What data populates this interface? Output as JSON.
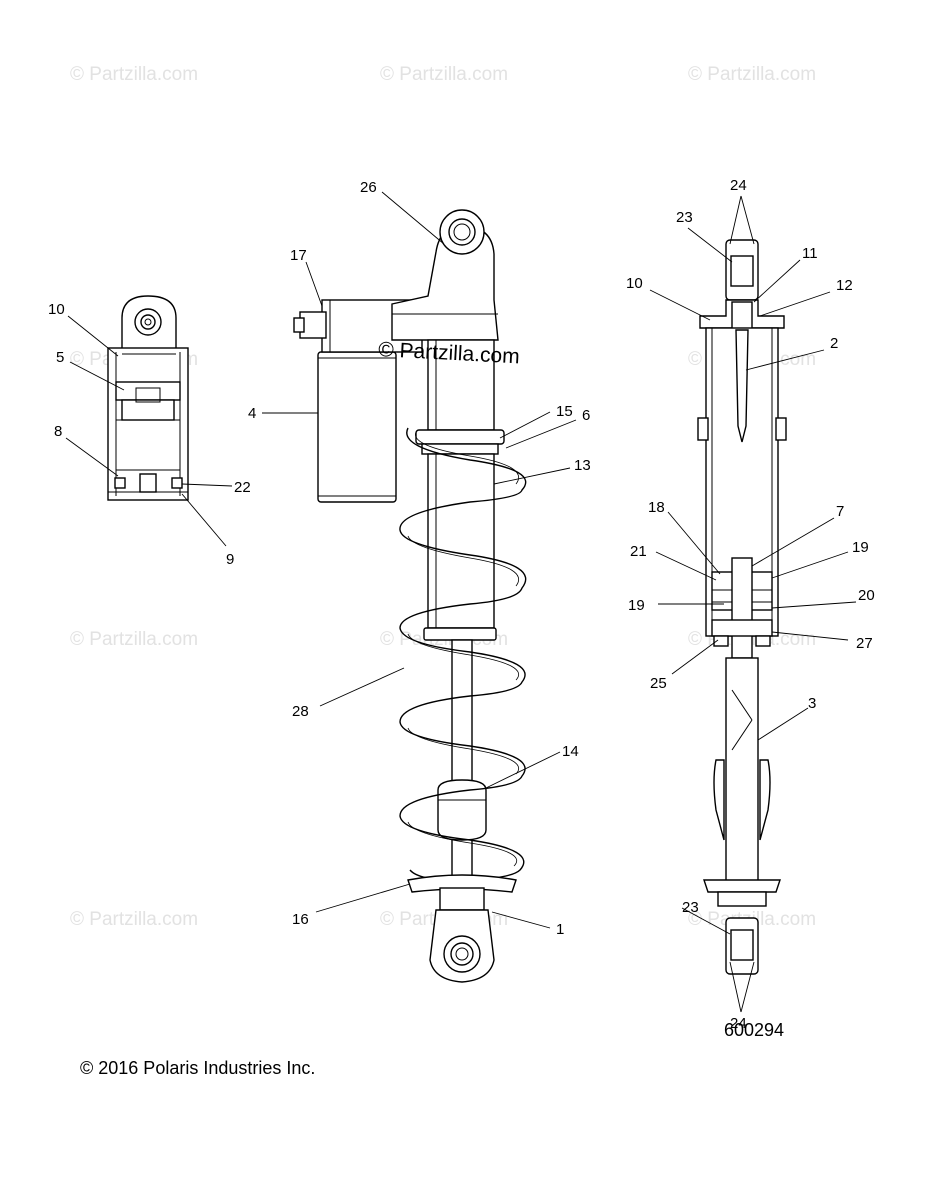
{
  "watermark": "© Partzilla.com",
  "copyright": "© 2016 Polaris Industries Inc.",
  "diagram_number": "600294",
  "callouts": [
    "1",
    "2",
    "3",
    "4",
    "5",
    "6",
    "7",
    "8",
    "9",
    "10",
    "11",
    "12",
    "13",
    "14",
    "15",
    "16",
    "17",
    "18",
    "19",
    "20",
    "21",
    "22",
    "23",
    "24",
    "25",
    "26",
    "27",
    "28"
  ]
}
